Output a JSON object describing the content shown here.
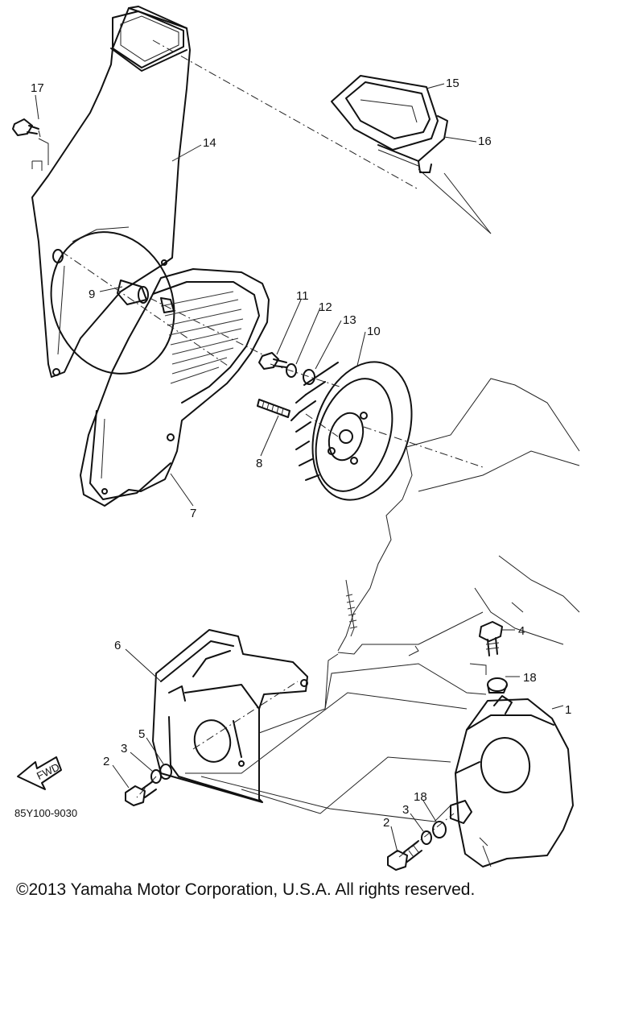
{
  "diagram": {
    "part_numbers": {
      "p1": "1",
      "p2a": "2",
      "p2b": "2",
      "p3a": "3",
      "p3b": "3",
      "p4": "4",
      "p5": "5",
      "p6": "6",
      "p7": "7",
      "p8": "8",
      "p9": "9",
      "p10": "10",
      "p11": "11",
      "p12": "12",
      "p13": "13",
      "p14": "14",
      "p15": "15",
      "p16": "16",
      "p17": "17",
      "p18a": "18",
      "p18b": "18"
    },
    "fwd_label": "FWD",
    "drawing_code": "85Y100-9030"
  },
  "copyright": "©2013 Yamaha Motor Corporation, U.S.A. All rights reserved."
}
